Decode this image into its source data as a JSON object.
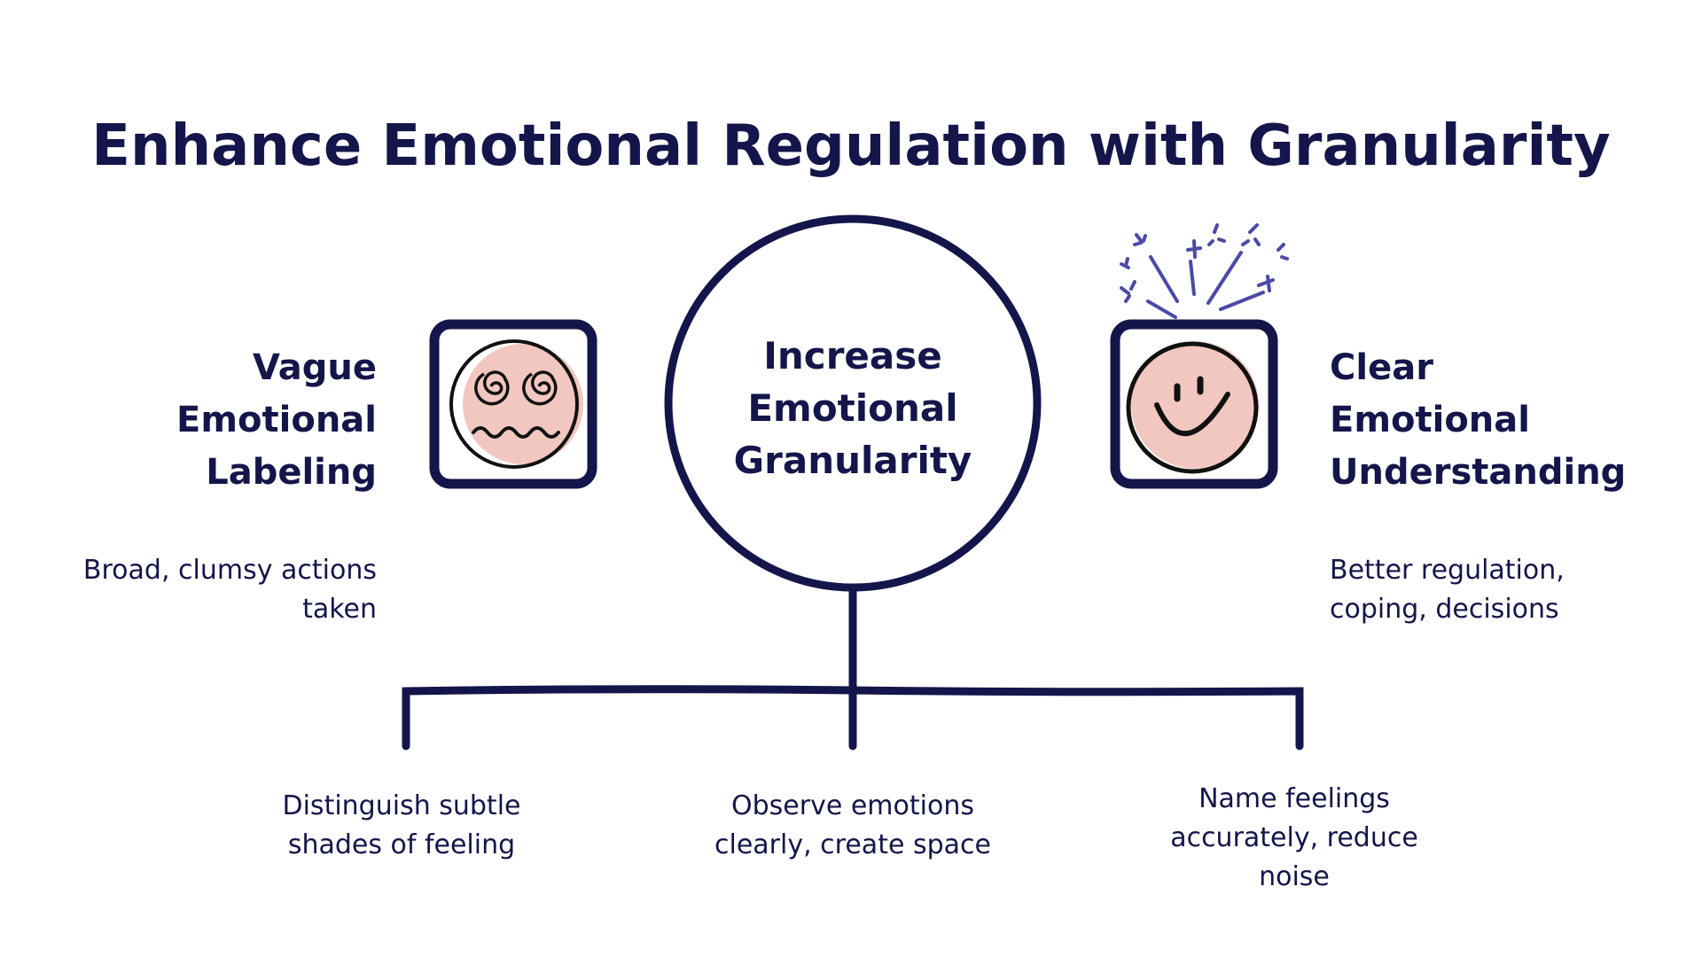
{
  "title": "Enhance Emotional Regulation with Granularity",
  "left": {
    "heading": [
      "Vague",
      "Emotional",
      "Labeling"
    ],
    "description": [
      "Broad, clumsy actions",
      "taken"
    ],
    "icon": "confused-face-icon"
  },
  "center": {
    "heading": [
      "Increase",
      "Emotional",
      "Granularity"
    ]
  },
  "right": {
    "heading": [
      "Clear",
      "Emotional",
      "Understanding"
    ],
    "description": [
      "Better regulation,",
      "coping, decisions"
    ],
    "icon": "happy-face-fireworks-icon"
  },
  "branches": [
    [
      "Distinguish subtle",
      "shades of feeling"
    ],
    [
      "Observe emotions",
      "clearly, create space"
    ],
    [
      "Name feelings",
      "accurately, reduce",
      "noise"
    ]
  ],
  "colors": {
    "ink": "#14154a",
    "face": "#f2c7c0",
    "sparkle": "#4b4aa8"
  }
}
